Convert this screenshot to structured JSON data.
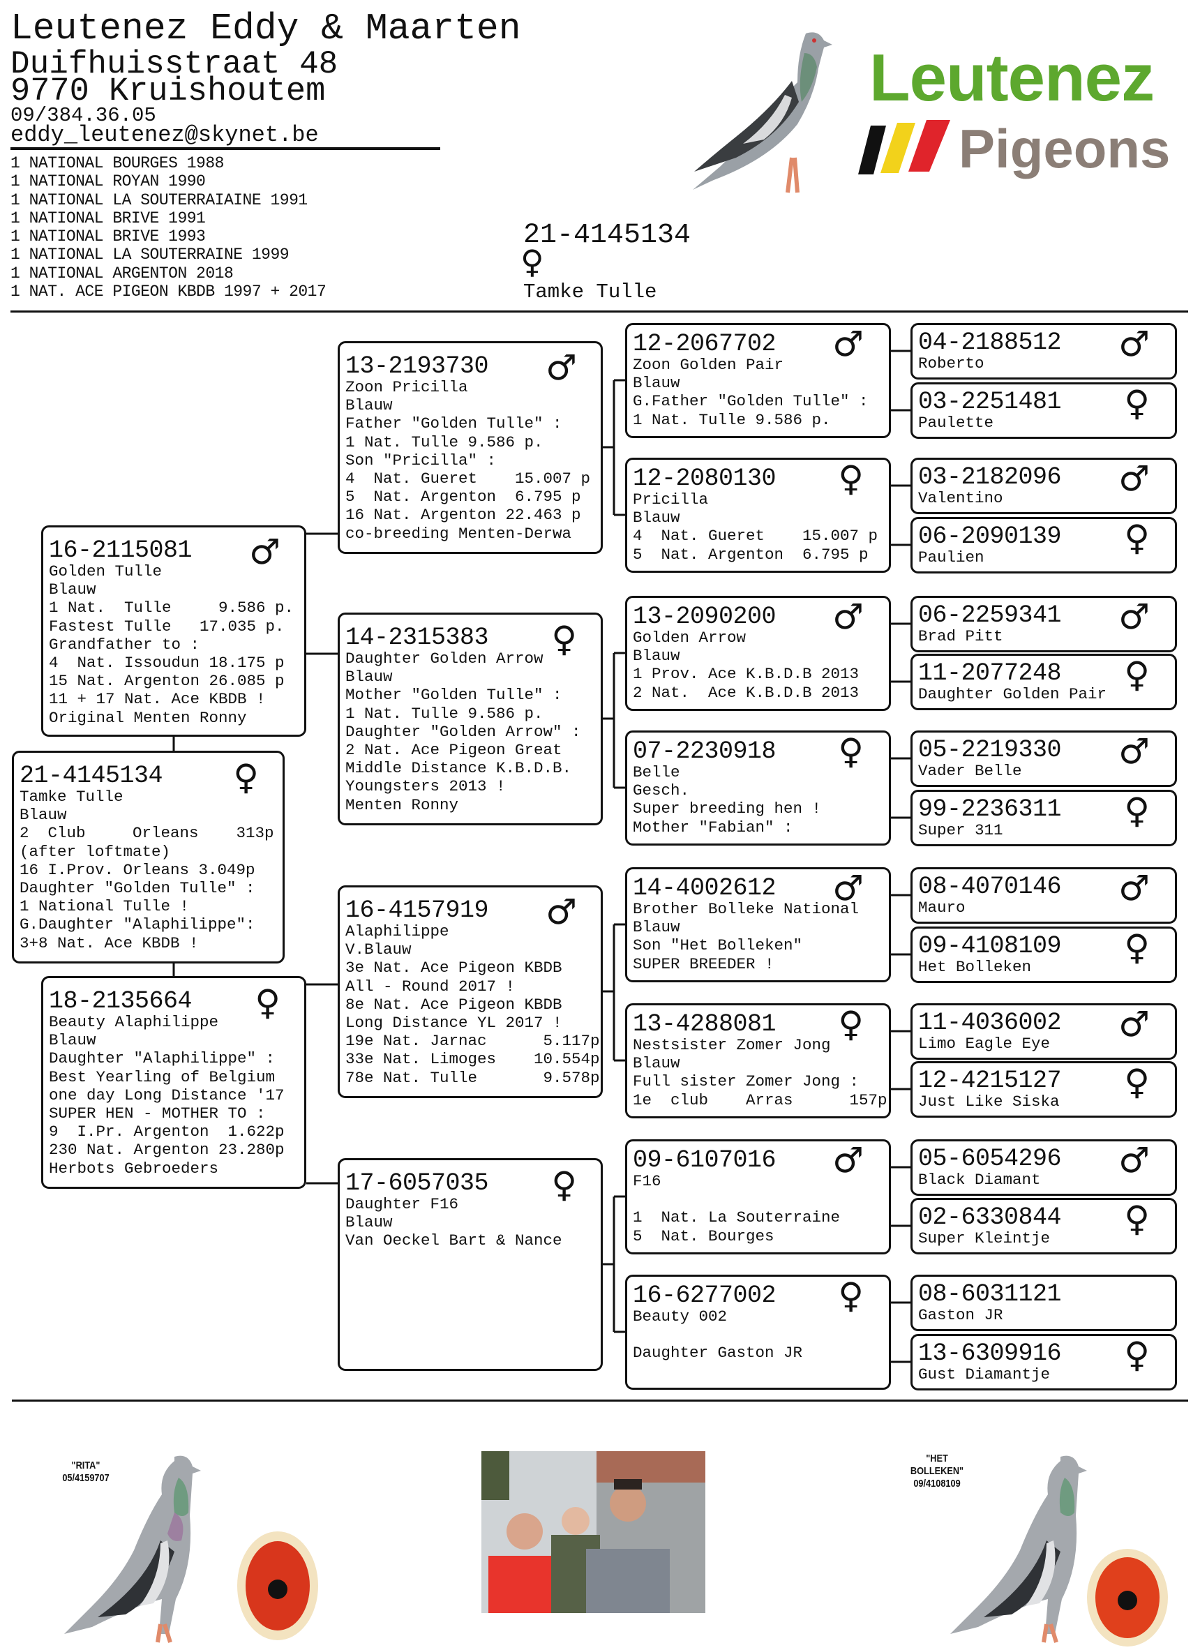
{
  "header": {
    "name": "Leutenez Eddy & Maarten",
    "street": "Duifhuisstraat 48",
    "city": "9770 Kruishoutem",
    "phone": "09/384.36.05",
    "email": "eddy_leutenez@skynet.be"
  },
  "achievements": [
    "1 NATIONAL BOURGES 1988",
    "1 NATIONAL ROYAN 1990",
    "1 NATIONAL LA SOUTERRAIAINE 1991",
    "1 NATIONAL BRIVE 1991",
    "1 NATIONAL BRIVE 1993",
    "1 NATIONAL LA SOUTERRAINE 1999",
    "1 NATIONAL ARGENTON 2018",
    "1 NAT. ACE PIGEON KBDB 1997 + 2017"
  ],
  "logo": {
    "word1": "Leutenez",
    "word2": "Pigeons",
    "green": "#5da82e",
    "grey": "#8b7e76"
  },
  "subject_header": {
    "ring": "21-4145134",
    "sex_icon": "female",
    "name": "Tamke Tulle"
  },
  "pedigree": {
    "subject": {
      "ring": "21-4145134",
      "sex_icon": "female",
      "lines": [
        "Tamke Tulle",
        "Blauw",
        "2  Club     Orleans    313p",
        "(after loftmate)",
        "16 I.Prov. Orleans 3.049p",
        "Daughter \"Golden Tulle\" :",
        "1 National Tulle !",
        "G.Daughter \"Alaphilippe\":",
        "3+8 Nat. Ace KBDB !"
      ]
    },
    "s": {
      "ring": "16-2115081",
      "sex_icon": "male",
      "lines": [
        "Golden Tulle",
        "Blauw",
        "1 Nat.  Tulle     9.586 p.",
        "Fastest Tulle   17.035 p.",
        "Grandfather to :",
        "4  Nat. Issoudun 18.175 p",
        "15 Nat. Argenton 26.085 p",
        "11 + 17 Nat. Ace KBDB !",
        "Original Menten Ronny"
      ]
    },
    "d": {
      "ring": "18-2135664",
      "sex_icon": "female",
      "lines": [
        "Beauty Alaphilippe",
        "Blauw",
        "Daughter \"Alaphilippe\" :",
        "Best Yearling of Belgium",
        "one day Long Distance '17",
        "SUPER HEN - MOTHER TO :",
        "9  I.Pr. Argenton  1.622p",
        "230 Nat. Argenton 23.280p",
        "Herbots Gebroeders"
      ]
    },
    "ss": {
      "ring": "13-2193730",
      "sex_icon": "male",
      "lines": [
        "Zoon Pricilla",
        "Blauw",
        "Father \"Golden Tulle\" :",
        "1 Nat. Tulle 9.586 p.",
        "Son \"Pricilla\" :",
        "4  Nat. Gueret    15.007 p",
        "5  Nat. Argenton  6.795 p",
        "16 Nat. Argenton 22.463 p",
        "co-breeding Menten-Derwa"
      ]
    },
    "sd": {
      "ring": "14-2315383",
      "sex_icon": "female",
      "lines": [
        "Daughter Golden Arrow",
        "Blauw",
        "Mother \"Golden Tulle\" :",
        "1 Nat. Tulle 9.586 p.",
        "Daughter \"Golden Arrow\" :",
        "2 Nat. Ace Pigeon Great",
        "Middle Distance K.B.D.B.",
        "Youngsters 2013 !",
        "Menten Ronny"
      ]
    },
    "ds": {
      "ring": "16-4157919",
      "sex_icon": "male",
      "lines": [
        "Alaphilippe",
        "V.Blauw",
        "3e Nat. Ace Pigeon KBDB",
        "All - Round 2017 !",
        "8e Nat. Ace Pigeon KBDB",
        "Long Distance YL 2017 !",
        "19e Nat. Jarnac      5.117p",
        "33e Nat. Limoges    10.554p",
        "78e Nat. Tulle       9.578p"
      ]
    },
    "dd": {
      "ring": "17-6057035",
      "sex_icon": "female",
      "lines": [
        "Daughter F16",
        "Blauw",
        "Van Oeckel Bart & Nance"
      ]
    },
    "sss": {
      "ring": "12-2067702",
      "sex_icon": "male",
      "lines": [
        "Zoon Golden Pair",
        "Blauw",
        "G.Father \"Golden Tulle\" :",
        "1 Nat. Tulle 9.586 p."
      ]
    },
    "ssd": {
      "ring": "12-2080130",
      "sex_icon": "female",
      "lines": [
        "Pricilla",
        "Blauw",
        "4  Nat. Gueret    15.007 p",
        "5  Nat. Argenton  6.795 p"
      ]
    },
    "sds": {
      "ring": "13-2090200",
      "sex_icon": "male",
      "lines": [
        "Golden Arrow",
        "Blauw",
        "1 Prov. Ace K.B.D.B 2013",
        "2 Nat.  Ace K.B.D.B 2013"
      ]
    },
    "sdd": {
      "ring": "07-2230918",
      "sex_icon": "female",
      "lines": [
        "Belle",
        "Gesch.",
        "Super breeding hen !",
        "Mother \"Fabian\" :"
      ]
    },
    "dss": {
      "ring": "14-4002612",
      "sex_icon": "male",
      "lines": [
        "Brother Bolleke National",
        "Blauw",
        "Son \"Het Bolleken\"",
        "SUPER BREEDER !"
      ]
    },
    "dsd": {
      "ring": "13-4288081",
      "sex_icon": "female",
      "lines": [
        "Nestsister Zomer Jong",
        "Blauw",
        "Full sister Zomer Jong :",
        "1e  club    Arras      157p"
      ]
    },
    "dds": {
      "ring": "09-6107016",
      "sex_icon": "male",
      "lines": [
        "F16",
        "",
        "1  Nat. La Souterraine",
        "5  Nat. Bourges"
      ]
    },
    "ddd": {
      "ring": "16-6277002",
      "sex_icon": "female",
      "lines": [
        "Beauty 002",
        "",
        "Daughter Gaston JR"
      ]
    },
    "ssss": {
      "ring": "04-2188512",
      "sex_icon": "male",
      "lines": [
        "Roberto"
      ]
    },
    "sssd": {
      "ring": "03-2251481",
      "sex_icon": "female",
      "lines": [
        "Paulette"
      ]
    },
    "ssds": {
      "ring": "03-2182096",
      "sex_icon": "male",
      "lines": [
        "Valentino"
      ]
    },
    "ssdd": {
      "ring": "06-2090139",
      "sex_icon": "female",
      "lines": [
        "Paulien"
      ]
    },
    "sdss": {
      "ring": "06-2259341",
      "sex_icon": "male",
      "lines": [
        "Brad Pitt"
      ]
    },
    "sdsd": {
      "ring": "11-2077248",
      "sex_icon": "female",
      "lines": [
        "Daughter Golden Pair"
      ]
    },
    "sdds": {
      "ring": "05-2219330",
      "sex_icon": "male",
      "lines": [
        "Vader Belle"
      ]
    },
    "sddd": {
      "ring": "99-2236311",
      "sex_icon": "female",
      "lines": [
        "Super 311"
      ]
    },
    "dsss": {
      "ring": "08-4070146",
      "sex_icon": "male",
      "lines": [
        "Mauro"
      ]
    },
    "dssd": {
      "ring": "09-4108109",
      "sex_icon": "female",
      "lines": [
        "Het Bolleken"
      ]
    },
    "dsds": {
      "ring": "11-4036002",
      "sex_icon": "male",
      "lines": [
        "Limo Eagle Eye"
      ]
    },
    "dsdd": {
      "ring": "12-4215127",
      "sex_icon": "female",
      "lines": [
        "Just Like Siska"
      ]
    },
    "ddss": {
      "ring": "05-6054296",
      "sex_icon": "male",
      "lines": [
        "Black Diamant"
      ]
    },
    "ddsd": {
      "ring": "02-6330844",
      "sex_icon": "female",
      "lines": [
        "Super Kleintje"
      ]
    },
    "ddds": {
      "ring": "08-6031121",
      "sex_icon": "",
      "lines": [
        "Gaston JR"
      ]
    },
    "dddd": {
      "ring": "13-6309916",
      "sex_icon": "female",
      "lines": [
        "Gust Diamantje"
      ]
    }
  },
  "photos": {
    "left_label_name": "\"RITA\"",
    "left_label_ring": "05/4159707",
    "right_label_name": "\"HET BOLLEKEN\"",
    "right_label_ring": "09/4108109"
  }
}
